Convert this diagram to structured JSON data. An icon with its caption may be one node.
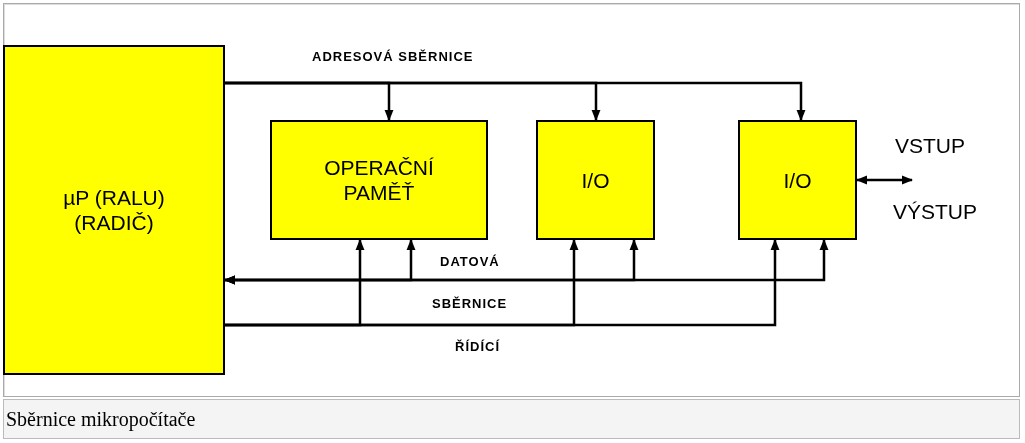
{
  "diagram": {
    "caption": "Sběrnice mikropočítače",
    "nodes": [
      {
        "text": [
          "µP (RALU) (RADIČ)"
        ]
      },
      {
        "text": [
          "OPERAČNÍ PAMĚŤ"
        ]
      },
      {
        "text": [
          "I/O"
        ]
      },
      {
        "text": [
          "I/O"
        ]
      }
    ],
    "edges": [
      {
        "from": 0,
        "to": 1,
        "arrow": "to"
      },
      {
        "from": 0,
        "to": 2,
        "arrow": "to"
      },
      {
        "from": 0,
        "to": 3,
        "arrow": "to"
      },
      {
        "from": 0,
        "to": 1,
        "arrow": "both"
      },
      {
        "from": 0,
        "to": 2,
        "arrow": "both"
      },
      {
        "from": 0,
        "to": 3,
        "arrow": "both"
      },
      {
        "from": 0,
        "to": 1,
        "arrow": "to"
      },
      {
        "from": 0,
        "to": 2,
        "arrow": "to"
      },
      {
        "from": 0,
        "to": 3,
        "arrow": "to"
      },
      {
        "from": 3,
        "to": null,
        "arrow": "both"
      }
    ],
    "labels": [
      "ADRESOVÁ SBĚRNICE",
      "VSTUP",
      "VÝSTUP",
      "DATOVÁ",
      "SBĚRNICE",
      "ŘÍDÍCÍ"
    ]
  }
}
